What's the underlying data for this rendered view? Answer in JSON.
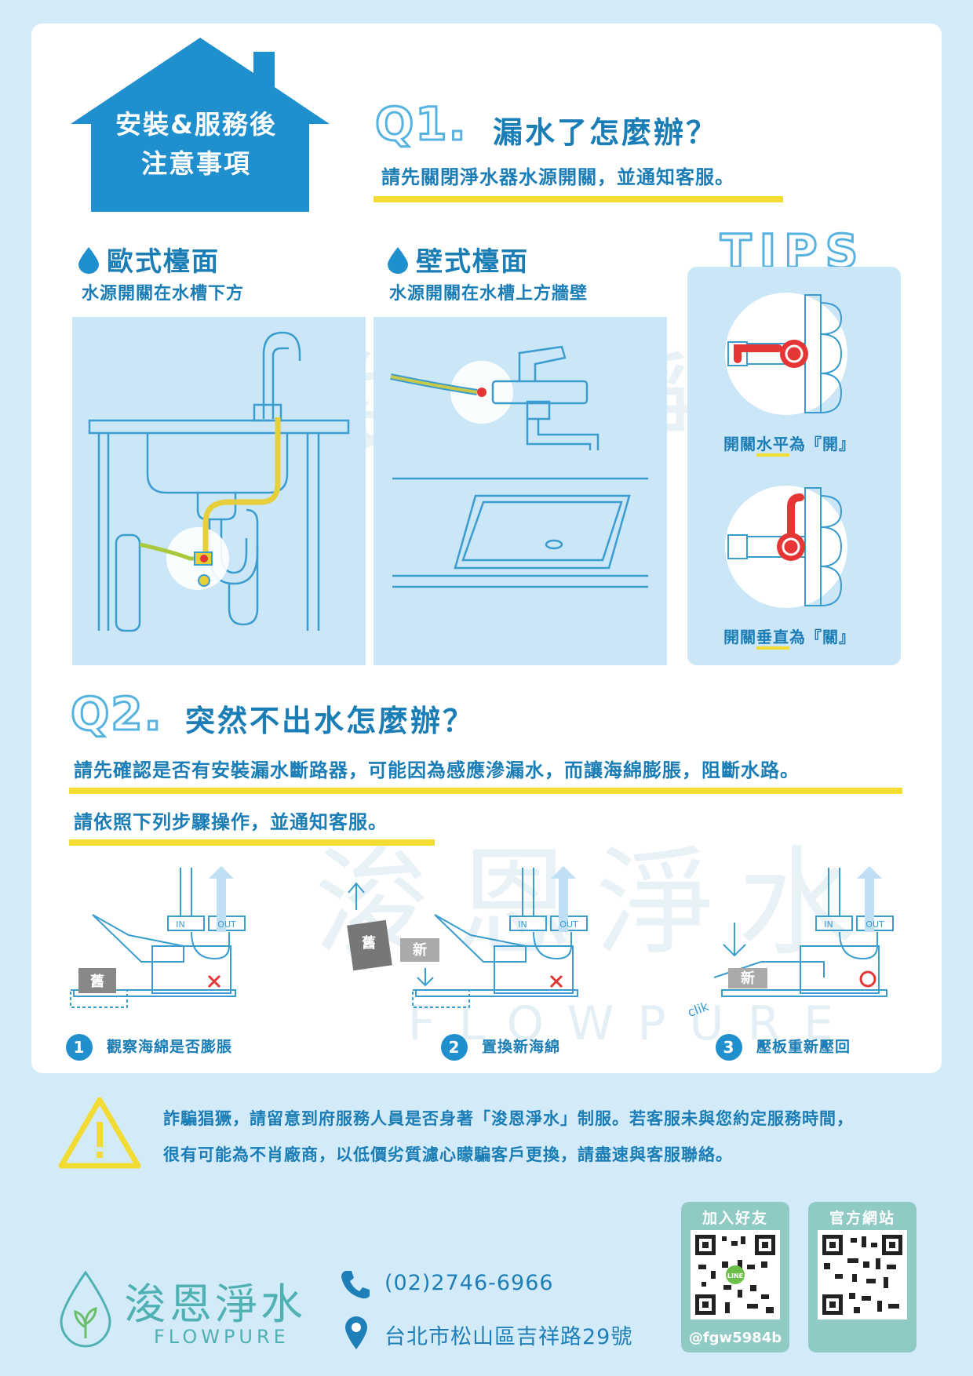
{
  "header": {
    "house_line1": "安裝&服務後",
    "house_line2": "注意事項"
  },
  "q1": {
    "number": "Q1.",
    "title": "漏水了怎麼辦？",
    "instruction": "請先關閉淨水器水源開關，並通知客服。"
  },
  "european": {
    "title": "歐式檯面",
    "subtitle": "水源開關在水槽下方"
  },
  "wall": {
    "title": "壁式檯面",
    "subtitle": "水源開關在水槽上方牆壁"
  },
  "tips": {
    "title": "TIPS",
    "open_prefix": "開關",
    "open_highlight": "水平",
    "open_suffix": "為『開』",
    "close_prefix": "開關",
    "close_highlight": "垂直",
    "close_suffix": "為『關』"
  },
  "q2": {
    "number": "Q2.",
    "title": "突然不出水怎麼辦？",
    "line1": "請先確認是否有安裝漏水斷路器，可能因為感應滲漏水，而讓海綿膨脹，阻斷水路。",
    "line2": "請依照下列步驟操作，並通知客服。"
  },
  "steps": [
    {
      "num": "1",
      "label": "觀察海綿是否膨脹",
      "box_old": "舊",
      "in": "IN",
      "out": "OUT"
    },
    {
      "num": "2",
      "label": "置換新海綿",
      "box_old": "舊",
      "box_new": "新",
      "in": "IN",
      "out": "OUT"
    },
    {
      "num": "3",
      "label": "壓板重新壓回",
      "box_new": "新",
      "click": "clik",
      "in": "IN",
      "out": "OUT"
    }
  ],
  "warning": {
    "line1": "詐騙猖獗，請留意到府服務人員是否身著「浚恩淨水」制服。若客服未與您約定服務時間，",
    "line2": "很有可能為不肖廠商，以低價劣質濾心矇騙客戶更換，請盡速與客服聯絡。"
  },
  "footer": {
    "brand_cn": "浚恩淨水",
    "brand_en": "FLOWPURE",
    "phone": "(02)2746-6966",
    "address": "台北市松山區吉祥路29號",
    "qr_line_label": "加入好友",
    "qr_line_id": "@fgw5984b",
    "qr_line_logo": "LINE",
    "qr_site_label": "官方網站"
  },
  "watermark": {
    "cn": "浚恩淨水",
    "en": "FLOWPURE"
  },
  "colors": {
    "primary_blue": "#1a7db6",
    "light_blue_bg": "#d3ebf8",
    "panel_blue": "#cbe6f6",
    "yellow": "#f2dc34",
    "red": "#e53535",
    "teal": "#4fb1b3"
  }
}
